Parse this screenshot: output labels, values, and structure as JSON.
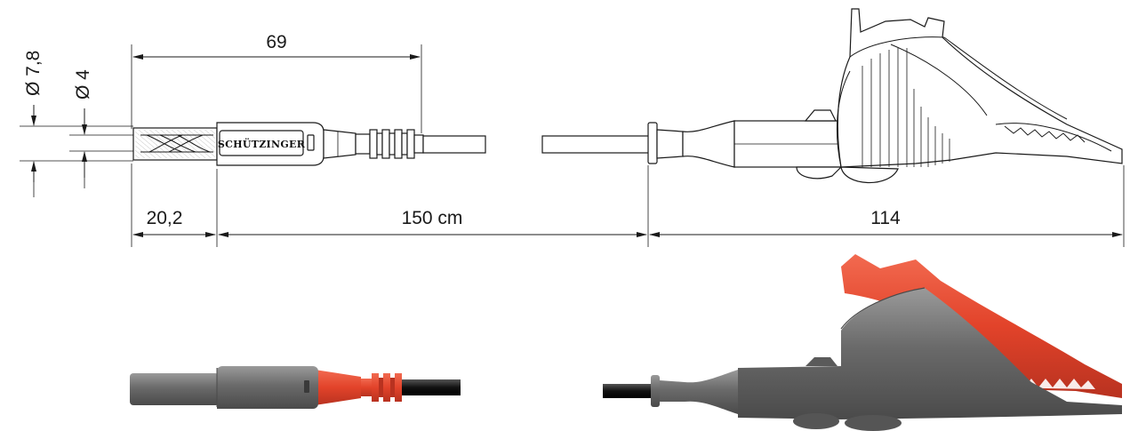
{
  "dimensions": {
    "overall_plug_length": "69",
    "outer_diameter": "Ø 7,8",
    "inner_diameter": "Ø 4",
    "plug_tip_length": "20,2",
    "cable_length": "150 cm",
    "clip_length": "114"
  },
  "brand_label": "SCHÜTZINGER",
  "colors": {
    "line": "#1a1a1a",
    "body_gray": "#6b6b6b",
    "body_gray_light": "#8a8a8a",
    "accent_red": "#e8452c",
    "cable_black": "#111111"
  }
}
